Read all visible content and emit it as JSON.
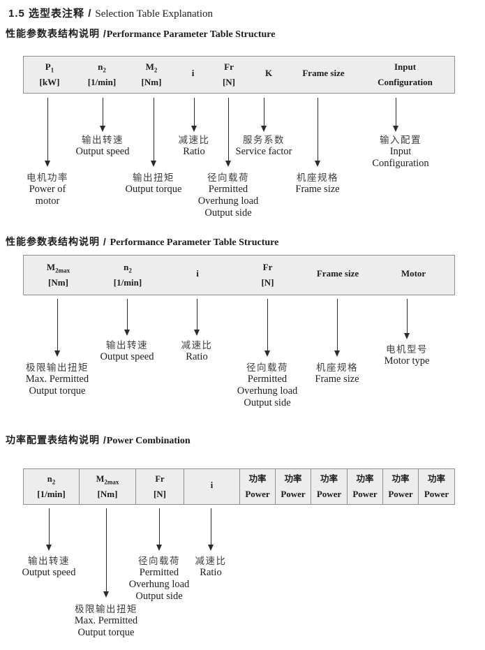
{
  "title": {
    "zh": "1.5 选型表注释 /",
    "en": "Selection Table Explanation"
  },
  "icons": {
    "down_arrow_icon": "css-triangle-down"
  },
  "colors": {
    "table_background": "#ededed",
    "table_border": "#8f8f8f",
    "text": "#1c1c1c",
    "cn_label": "#3d3d3d"
  },
  "sections": [
    {
      "heading_zh": "性能参数表结构说明 /",
      "heading_en": "Performance Parameter Table Structure",
      "columns": [
        {
          "t": "P",
          "sub": "1",
          "u": "[kW]"
        },
        {
          "t": "n",
          "sub": "2",
          "u": "[1/min]"
        },
        {
          "t": "M",
          "sub": "2",
          "u": "[Nm]"
        },
        {
          "t": "i",
          "sub": "",
          "u": ""
        },
        {
          "t": "Fr",
          "sub": "",
          "u": "[N]"
        },
        {
          "t": "K",
          "sub": "",
          "u": ""
        },
        {
          "t": "Frame size",
          "sub": "",
          "u": ""
        },
        {
          "t": "Input",
          "sub": "",
          "u": "Configuration"
        }
      ],
      "notes": [
        {
          "zh": "电机功率",
          "en": [
            "Power of",
            "motor"
          ]
        },
        {
          "zh": "输出转速",
          "en": [
            "Output speed"
          ]
        },
        {
          "zh": "输出扭矩",
          "en": [
            "Output torque"
          ]
        },
        {
          "zh": "减速比",
          "en": [
            "Ratio"
          ]
        },
        {
          "zh": "径向载荷",
          "en": [
            "Permitted",
            "Overhung load",
            "Output side"
          ]
        },
        {
          "zh": "服务系数",
          "en": [
            "Service factor"
          ]
        },
        {
          "zh": "机座规格",
          "en": [
            "Frame size"
          ]
        },
        {
          "zh": "输入配置",
          "en": [
            "Input",
            "Configuration"
          ]
        }
      ]
    },
    {
      "heading_zh": "性能参数表结构说明 / ",
      "heading_en": "Performance Parameter Table Structure",
      "columns": [
        {
          "t": "M",
          "sub": "2max",
          "u": "[Nm]"
        },
        {
          "t": "n",
          "sub": "2",
          "u": "[1/min]"
        },
        {
          "t": "i",
          "sub": "",
          "u": ""
        },
        {
          "t": "Fr",
          "sub": "",
          "u": "[N]"
        },
        {
          "t": "Frame size",
          "sub": "",
          "u": ""
        },
        {
          "t": "Motor",
          "sub": "",
          "u": ""
        }
      ],
      "notes": [
        {
          "zh": "极限输出扭矩",
          "en": [
            "Max. Permitted",
            "Output torque"
          ]
        },
        {
          "zh": "输出转速",
          "en": [
            "Output speed"
          ]
        },
        {
          "zh": "减速比",
          "en": [
            "Ratio"
          ]
        },
        {
          "zh": "径向载荷",
          "en": [
            "Permitted",
            "Overhung load",
            "Output side"
          ]
        },
        {
          "zh": "机座规格",
          "en": [
            "Frame size"
          ]
        },
        {
          "zh": "电机型号",
          "en": [
            "Motor type"
          ]
        }
      ]
    },
    {
      "heading_zh": "功率配置表结构说明 /",
      "heading_en": "Power Combination",
      "columns": [
        {
          "t": "n",
          "sub": "2",
          "u": "[1/min]"
        },
        {
          "t": "M",
          "sub": "2max",
          "u": "[Nm]"
        },
        {
          "t": "Fr",
          "sub": "",
          "u": "[N]"
        },
        {
          "t": "i",
          "sub": "",
          "u": ""
        },
        {
          "t": "功率",
          "sub": "",
          "u": "Power"
        },
        {
          "t": "功率",
          "sub": "",
          "u": "Power"
        },
        {
          "t": "功率",
          "sub": "",
          "u": "Power"
        },
        {
          "t": "功率",
          "sub": "",
          "u": "Power"
        },
        {
          "t": "功率",
          "sub": "",
          "u": "Power"
        },
        {
          "t": "功率",
          "sub": "",
          "u": "Power"
        }
      ],
      "notes": [
        {
          "zh": "输出转速",
          "en": [
            "Output speed"
          ]
        },
        {
          "zh": "极限输出扭矩",
          "en": [
            "Max. Permitted",
            "Output torque"
          ]
        },
        {
          "zh": "径向载荷",
          "en": [
            "Permitted",
            "Overhung load",
            "Output side"
          ]
        },
        {
          "zh": "减速比",
          "en": [
            "Ratio"
          ]
        }
      ]
    }
  ]
}
